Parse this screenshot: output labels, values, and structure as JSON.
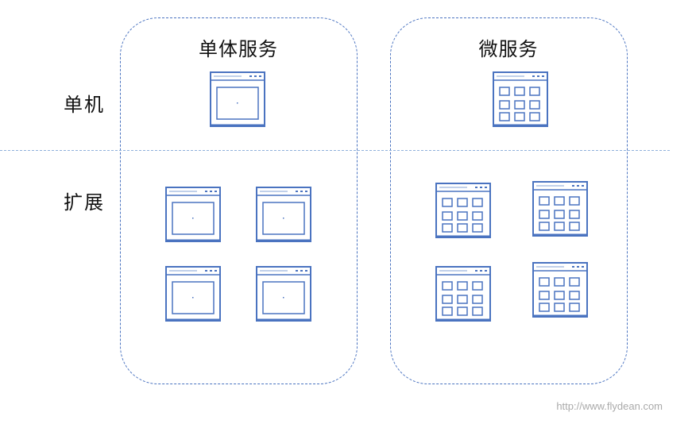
{
  "columns": {
    "monolith": {
      "title": "单体服务"
    },
    "microservices": {
      "title": "微服务"
    }
  },
  "rows": {
    "single": {
      "label": "单机"
    },
    "scale": {
      "label": "扩展"
    }
  },
  "watermark": "http://www.flydean.com",
  "colors": {
    "accent": "#4a73c0",
    "divider": "#8fb0dc"
  },
  "icons": {
    "monolith_window": "app-window-icon",
    "micro_window": "grid-window-icon"
  }
}
